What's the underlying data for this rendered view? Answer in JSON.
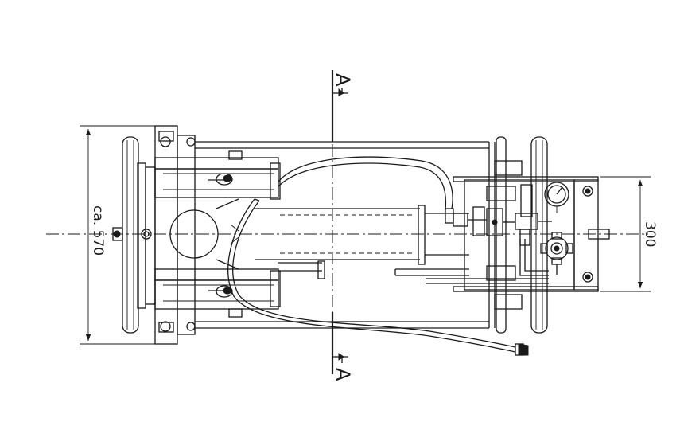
{
  "drawing": {
    "section_top_label": "A",
    "section_bottom_label": "A",
    "dim_left": "ca. 570",
    "dim_right": "300"
  }
}
